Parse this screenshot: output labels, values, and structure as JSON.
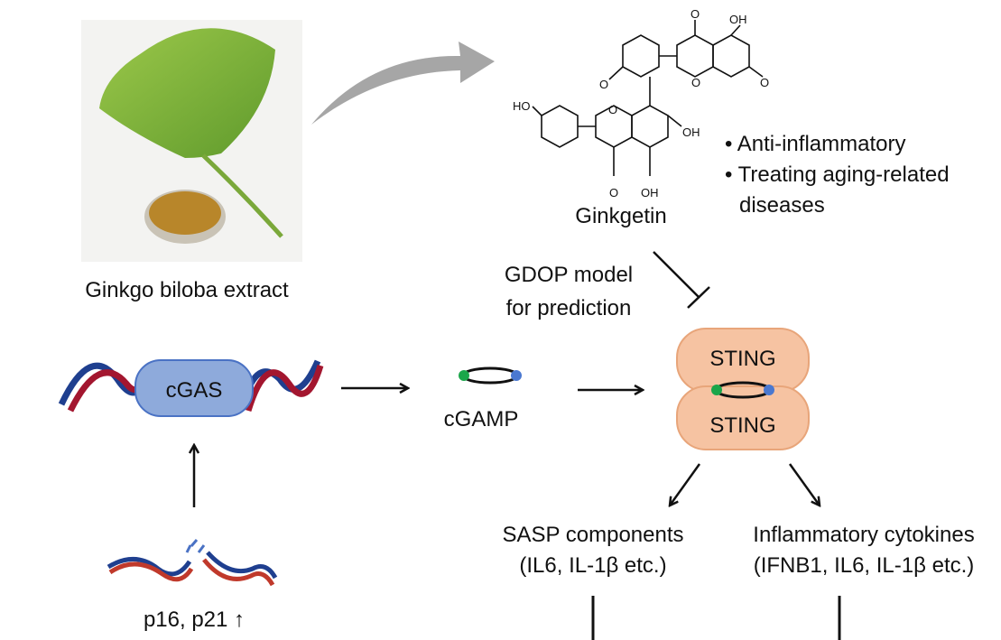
{
  "extract": {
    "label": "Ginkgo biloba extract"
  },
  "compound": {
    "name": "Ginkgetin",
    "atoms": {
      "ho": "HO",
      "oh1": "OH",
      "oh2": "OH",
      "oh3": "OH",
      "o1": "O",
      "o2": "O",
      "o3": "O",
      "o4": "O",
      "o5": "O",
      "o6": "O"
    },
    "properties": [
      "• Anti-inflammatory",
      "• Treating aging-related",
      "diseases"
    ]
  },
  "model": {
    "line1": "GDOP model",
    "line2": "for prediction"
  },
  "pathway": {
    "cgas": "cGAS",
    "cgamp": "cGAMP",
    "sting_top": "STING",
    "sting_bottom": "STING",
    "sasp": {
      "line1": "SASP components",
      "line2": "(IL6, IL-1β etc.)"
    },
    "cytokines": {
      "line1": "Inflammatory cytokines",
      "line2": "(IFNB1, IL6, IL-1β etc.)"
    },
    "damage": "p16, p21 ↑"
  },
  "colors": {
    "sting_fill": "#f6c3a2",
    "sting_stroke": "#e8a57a",
    "cgas_fill": "#8eaadb",
    "cgas_stroke": "#4a72c4",
    "dna_red": "#a3162f",
    "dna_blue": "#1f3f8f",
    "green_dot": "#1aa64a",
    "blue_dot": "#4a78d0",
    "leaf_green": "#7fb33b",
    "powder": "#b8862a"
  }
}
